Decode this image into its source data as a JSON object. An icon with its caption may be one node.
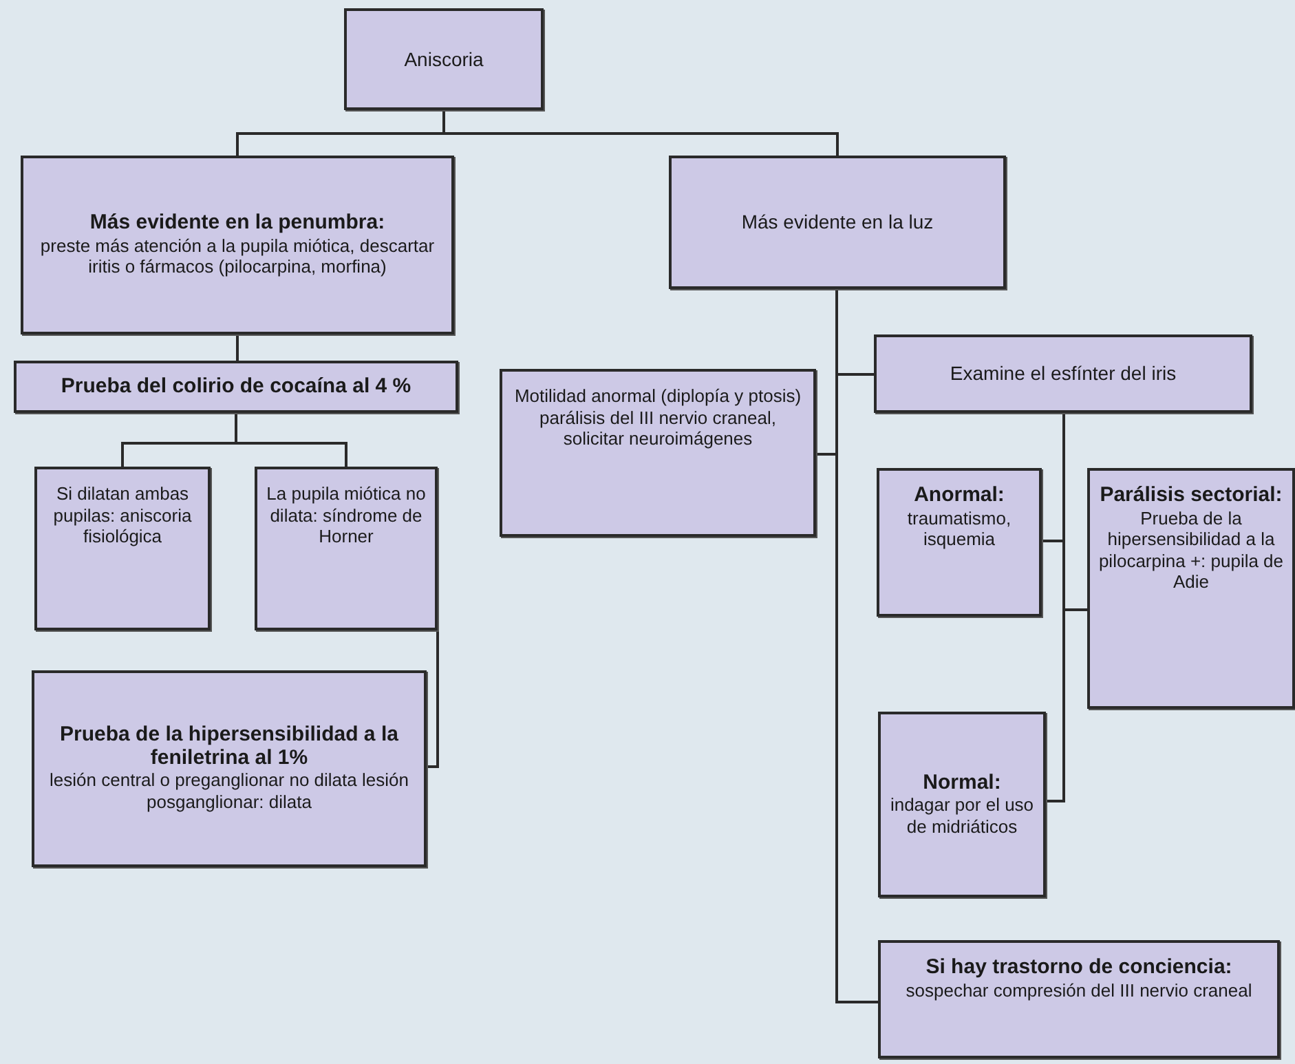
{
  "diagram": {
    "nodes": [
      {
        "text": [
          "Aniscoria"
        ]
      },
      {
        "text": [
          "Más evidente en la penumbra:",
          "preste más atención a la pupila miótica, descartar iritis o fármacos (pilocarpina, morfina)"
        ]
      },
      {
        "text": [
          "Prueba del colirio de cocaína al 4 %"
        ]
      },
      {
        "text": [
          "Si dilatan ambas pupilas: aniscoria fisiológica"
        ]
      },
      {
        "text": [
          "La pupila miótica no dilata: síndrome de Horner"
        ]
      },
      {
        "text": [
          "Prueba de la hipersensibilidad a la feniletrina al 1%",
          "lesión central o preganglionar no dilata lesión posganglionar: dilata"
        ]
      },
      {
        "text": [
          "Más evidente en la luz"
        ]
      },
      {
        "text": [
          "Motilidad anormal (diplopía y ptosis) parálisis del III nervio craneal, solicitar neuroimágenes"
        ]
      },
      {
        "text": [
          "Examine el esfínter del iris"
        ]
      },
      {
        "text": [
          "Anormal:",
          "traumatismo, isquemia"
        ]
      },
      {
        "text": [
          "Parálisis sectorial:",
          "Prueba de la hipersensibilidad a la pilocarpina +: pupila de Adie"
        ]
      },
      {
        "text": [
          "Normal:",
          "indagar por el uso de midriáticos"
        ]
      },
      {
        "text": [
          "Si hay trastorno de conciencia:",
          "sospechar compresión del III nervio craneal"
        ]
      }
    ],
    "edges": [
      {
        "from": 0,
        "to": 1,
        "arrow": "none"
      },
      {
        "from": 0,
        "to": 6,
        "arrow": "none"
      },
      {
        "from": 1,
        "to": 2,
        "arrow": "none"
      },
      {
        "from": 2,
        "to": 3,
        "arrow": "none"
      },
      {
        "from": 2,
        "to": 4,
        "arrow": "none"
      },
      {
        "from": 4,
        "to": 5,
        "arrow": "none"
      },
      {
        "from": 6,
        "to": 7,
        "arrow": "none"
      },
      {
        "from": 6,
        "to": 8,
        "arrow": "none"
      },
      {
        "from": 6,
        "to": 12,
        "arrow": "none"
      },
      {
        "from": 8,
        "to": 9,
        "arrow": "none"
      },
      {
        "from": 8,
        "to": 10,
        "arrow": "none"
      },
      {
        "from": 8,
        "to": 11,
        "arrow": "none"
      }
    ]
  }
}
